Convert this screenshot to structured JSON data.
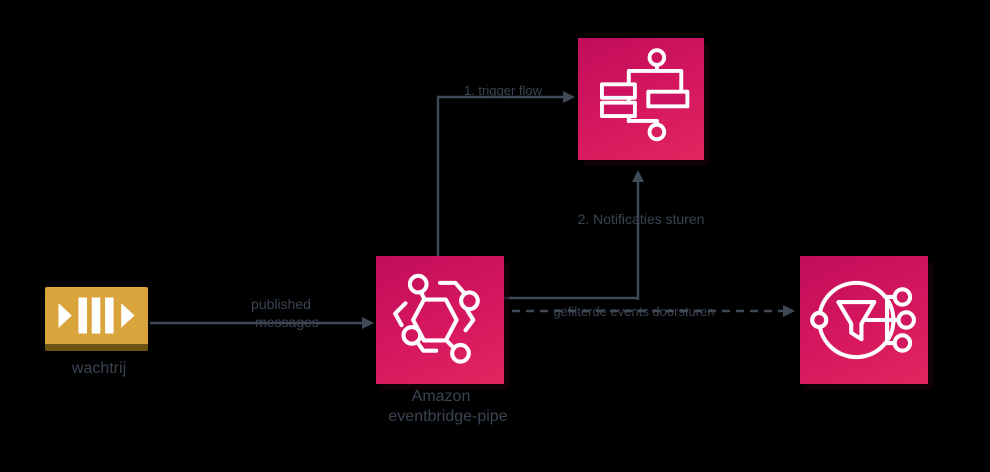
{
  "diagram": {
    "background": "#000000",
    "wire_color": "#3f4a58",
    "text_color": "#3a4450",
    "icon_colors": {
      "pink_gradient_start": "#c10d5b",
      "pink_gradient_end": "#e2265f",
      "queue_gold": "#d9a43b"
    },
    "nodes": {
      "queue": {
        "icon": "queue-icon",
        "caption": "wachtrij"
      },
      "eventbridge": {
        "icon": "eventbridge-icon",
        "caption_line1": "Amazon",
        "caption_line2": "eventbridge-pipe"
      },
      "step_functions": {
        "icon": "step-functions-icon"
      },
      "rule": {
        "icon": "filter-rule-icon"
      }
    },
    "edges": {
      "queue_to_eventbridge": {
        "label_line1": "published",
        "label_line2": "messages",
        "style": "solid-arrow-right"
      },
      "eventbridge_to_stepfunctions": {
        "label": "1. trigger flow",
        "style": "solid-arrow-right"
      },
      "notifications_up": {
        "label": "2. Notificaties sturen",
        "style": "solid-arrow-up"
      },
      "eventbridge_to_rule": {
        "label": "gefilterde events doorsturen",
        "style": "dashed-arrow-right"
      }
    }
  }
}
